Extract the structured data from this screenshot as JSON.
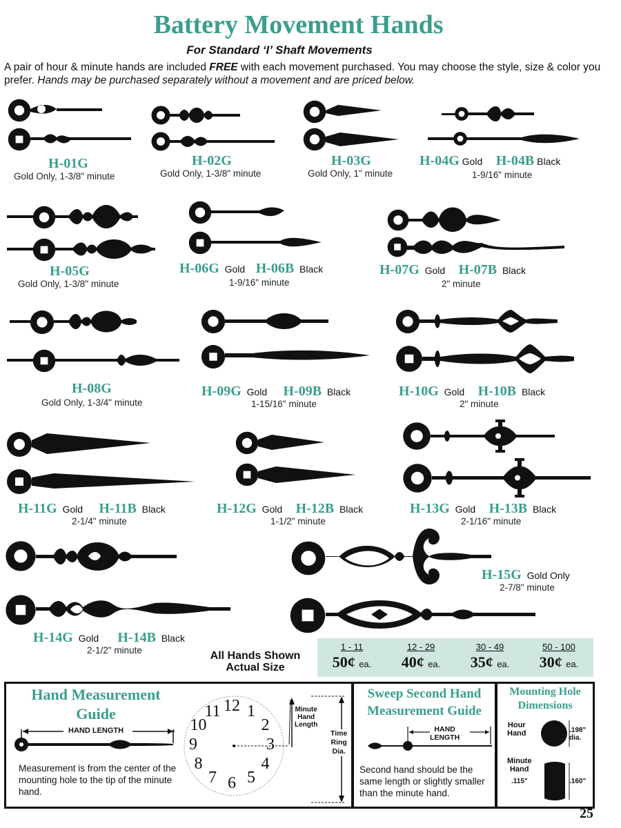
{
  "header": {
    "title": "Battery Movement Hands",
    "subtitle": "For Standard ‘I’ Shaft Movements",
    "intro_1": "A pair of hour & minute hands are included ",
    "intro_free": "FREE",
    "intro_2": " with each movement purchased. You may choose the style, size & color you prefer. ",
    "intro_3": "Hands may be purchased separately without a movement and are priced below."
  },
  "hands": {
    "h01": {
      "code": "H-01G",
      "desc": "Gold Only, 1-3/8\" minute"
    },
    "h02": {
      "code": "H-02G",
      "desc": "Gold Only, 1-3/8\" minute"
    },
    "h03": {
      "code": "H-03G",
      "desc": "Gold Only, 1\" minute"
    },
    "h04": {
      "code_g": "H-04G",
      "gold": "Gold",
      "code_b": "H-04B",
      "black": "Black",
      "desc": "1-9/16\" minute"
    },
    "h05": {
      "code": "H-05G",
      "desc": "Gold Only, 1-3/8\" minute"
    },
    "h06": {
      "code_g": "H-06G",
      "gold": "Gold",
      "code_b": "H-06B",
      "black": "Black",
      "desc": "1-9/16\" minute"
    },
    "h07": {
      "code_g": "H-07G",
      "gold": "Gold",
      "code_b": "H-07B",
      "black": "Black",
      "desc": "2\" minute"
    },
    "h08": {
      "code": "H-08G",
      "desc": "Gold Only, 1-3/4\" minute"
    },
    "h09": {
      "code_g": "H-09G",
      "gold": "Gold",
      "code_b": "H-09B",
      "black": "Black",
      "desc": "1-15/16\" minute"
    },
    "h10": {
      "code_g": "H-10G",
      "gold": "Gold",
      "code_b": "H-10B",
      "black": "Black",
      "desc": "2\" minute"
    },
    "h11": {
      "code_g": "H-11G",
      "gold": "Gold",
      "code_b": "H-11B",
      "black": "Black",
      "desc": "2-1/4\" minute"
    },
    "h12": {
      "code_g": "H-12G",
      "gold": "Gold",
      "code_b": "H-12B",
      "black": "Black",
      "desc": "1-1/2\" minute"
    },
    "h13": {
      "code_g": "H-13G",
      "gold": "Gold",
      "code_b": "H-13B",
      "black": "Black",
      "desc": "2-1/16\" minute"
    },
    "h14": {
      "code_g": "H-14G",
      "gold": "Gold",
      "code_b": "H-14B",
      "black": "Black",
      "desc": "2-1/2\" minute"
    },
    "h15": {
      "code": "H-15G",
      "gold_only": "Gold Only",
      "desc": "2-7/8\" minute"
    }
  },
  "pricing": {
    "label_line1": "All Hands Shown",
    "label_line2": "Actual Size",
    "tiers": [
      {
        "range": "1 - 11",
        "price": "50¢",
        "unit": "ea."
      },
      {
        "range": "12 - 29",
        "price": "40¢",
        "unit": "ea."
      },
      {
        "range": "30 - 49",
        "price": "35¢",
        "unit": "ea."
      },
      {
        "range": "50 - 100",
        "price": "30¢",
        "unit": "ea."
      }
    ]
  },
  "guide": {
    "title_line1": "Hand Measurement",
    "title_line2": "Guide",
    "hand_length": "HAND LENGTH",
    "text": "Measurement is from the center of the mounting hole to the tip of the minute hand.",
    "minute_hand_length_1": "Minute",
    "minute_hand_length_2": "Hand",
    "minute_hand_length_3": "Length",
    "time_ring_1": "Time",
    "time_ring_2": "Ring",
    "time_ring_3": "Dia.",
    "numerals": [
      "12",
      "1",
      "2",
      "3",
      "4",
      "5",
      "6",
      "7",
      "8",
      "9",
      "10",
      "11"
    ]
  },
  "sweep": {
    "title_line1": "Sweep Second Hand",
    "title_line2": "Measurement Guide",
    "hand_length_1": "HAND",
    "hand_length_2": "LENGTH",
    "text": "Second hand should be the same length or slightly smaller than the minute hand."
  },
  "mounting": {
    "title_line1": "Mounting Hole",
    "title_line2": "Dimensions",
    "hour_1": "Hour",
    "hour_2": "Hand",
    "hour_dim_1": ".198\"",
    "hour_dim_2": "dia.",
    "minute_1": "Minute",
    "minute_2": "Hand",
    "minute_dim_w": ".115\"",
    "minute_dim_h": ".160\""
  },
  "page_number": "25",
  "colors": {
    "accent": "#3a9e8e",
    "price_bg": "#cfe6e1"
  }
}
